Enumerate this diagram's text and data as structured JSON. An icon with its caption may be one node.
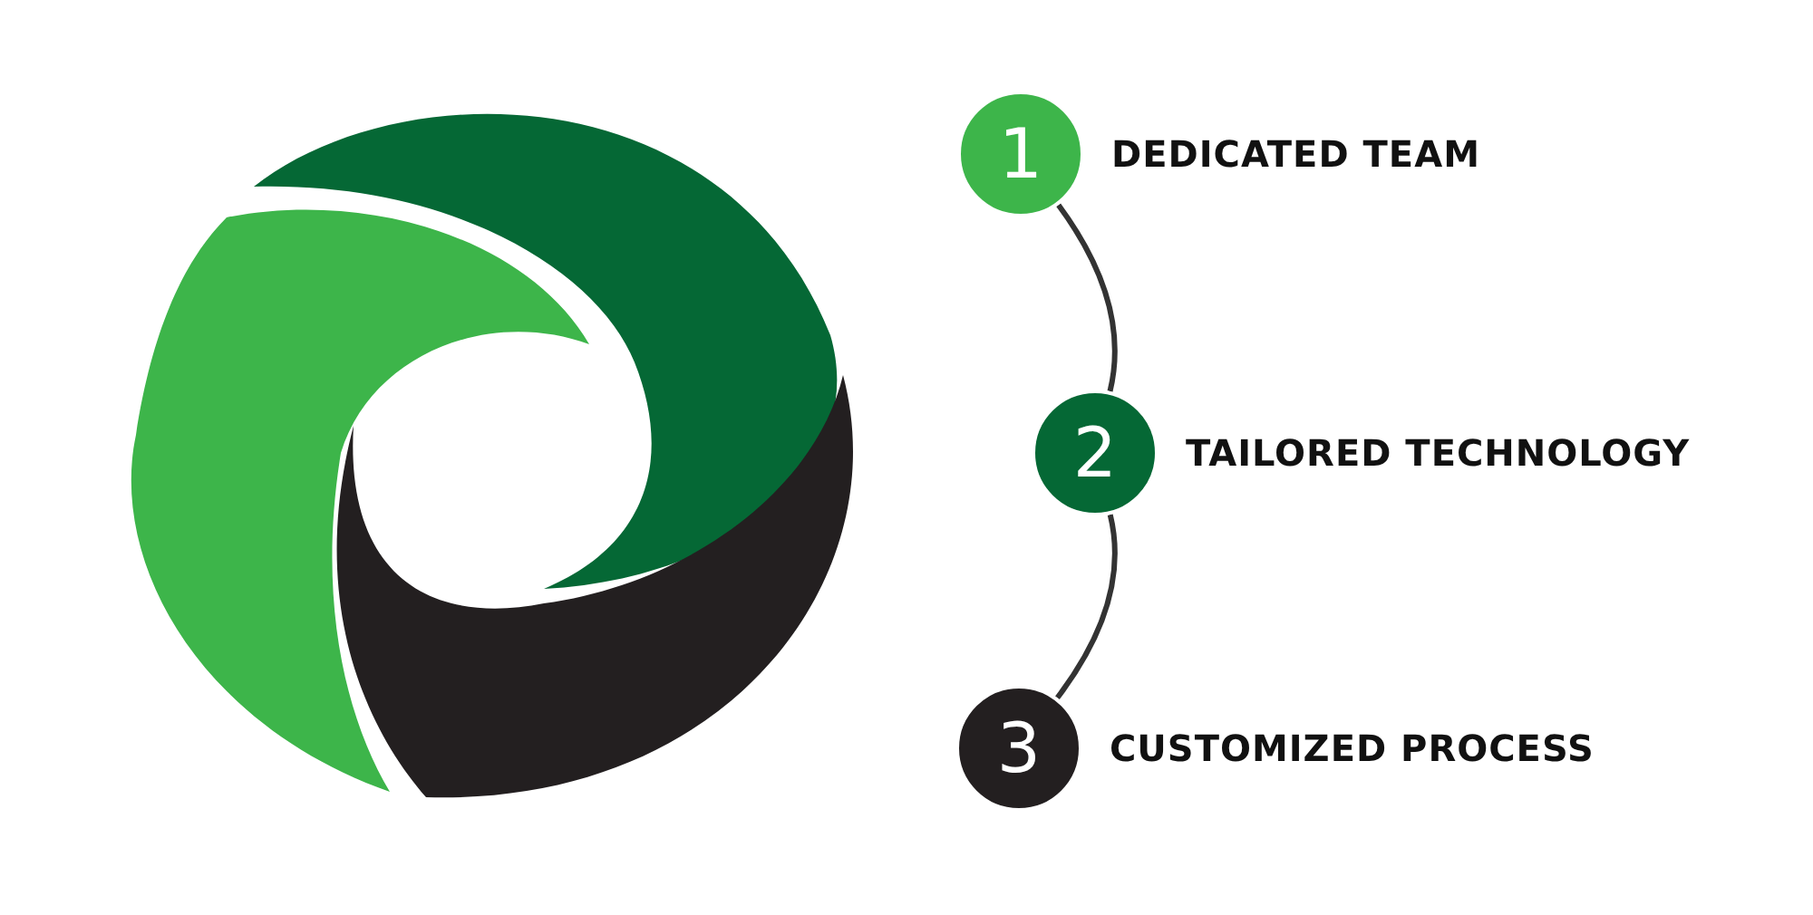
{
  "diagram": {
    "nodes": [
      {
        "text": [
          "1"
        ],
        "beside": [
          "DEDICATED TEAM"
        ]
      },
      {
        "text": [
          "2"
        ],
        "beside": [
          "TAILORED TECHNOLOGY"
        ]
      },
      {
        "text": [
          "3"
        ],
        "beside": [
          "CUSTOMIZED PROCESS"
        ]
      }
    ],
    "edges": [
      {
        "from": 0,
        "to": 1,
        "arrow": "none"
      },
      {
        "from": 1,
        "to": 2,
        "arrow": "none"
      }
    ]
  }
}
